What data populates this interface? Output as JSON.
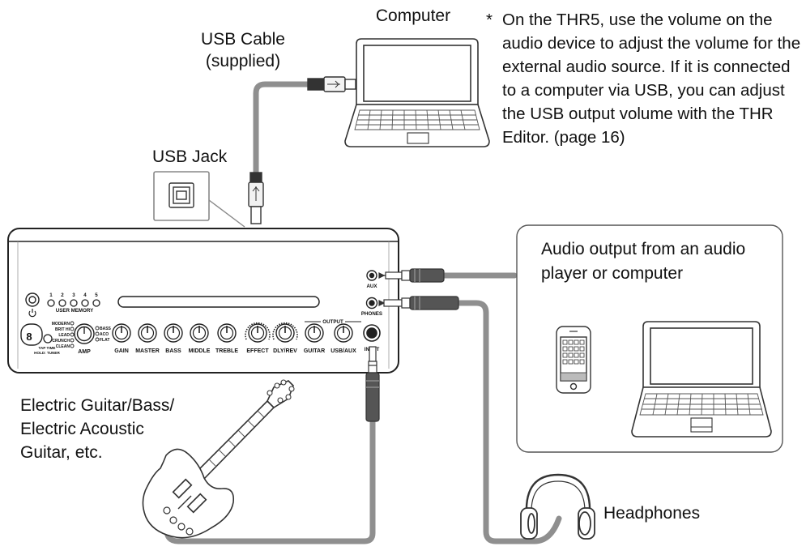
{
  "labels": {
    "computer": "Computer",
    "usb_cable": "USB Cable",
    "usb_cable_sub": "(supplied)",
    "usb_jack": "USB Jack",
    "audio_output_line1": "Audio output from an audio",
    "audio_output_line2": "player or computer",
    "guitar_line1": "Electric Guitar/Bass/",
    "guitar_line2": "Electric Acoustic",
    "guitar_line3": "Guitar, etc.",
    "headphones": "Headphones"
  },
  "note": {
    "asterisk": "*",
    "text": "On the THR5, use the volume on the audio device to adjust the volume for the external audio source. If it is connected to a computer via USB, you can adjust the USB output volume with the THR Editor. (page 16)"
  },
  "panel": {
    "user_memory": "USER MEMORY",
    "memory_numbers": [
      "1",
      "2",
      "3",
      "4",
      "5"
    ],
    "amp_modes": [
      "MODERN",
      "BRIT HI",
      "LEAD",
      "CRUNCH",
      "CLEAN"
    ],
    "amp_modes2": [
      "BASS",
      "ACO",
      "FLAT"
    ],
    "tap_tempo": "TAP TIME",
    "tap_tempo2": "HOLD: TUNER",
    "amp": "AMP",
    "knobs": [
      "GAIN",
      "MASTER",
      "BASS",
      "MIDDLE",
      "TREBLE",
      "EFFECT",
      "DLY/REV",
      "GUITAR",
      "USB/AUX"
    ],
    "output": "OUTPUT",
    "aux": "AUX",
    "phones": "PHONES",
    "input": "INPUT",
    "display": "8"
  }
}
